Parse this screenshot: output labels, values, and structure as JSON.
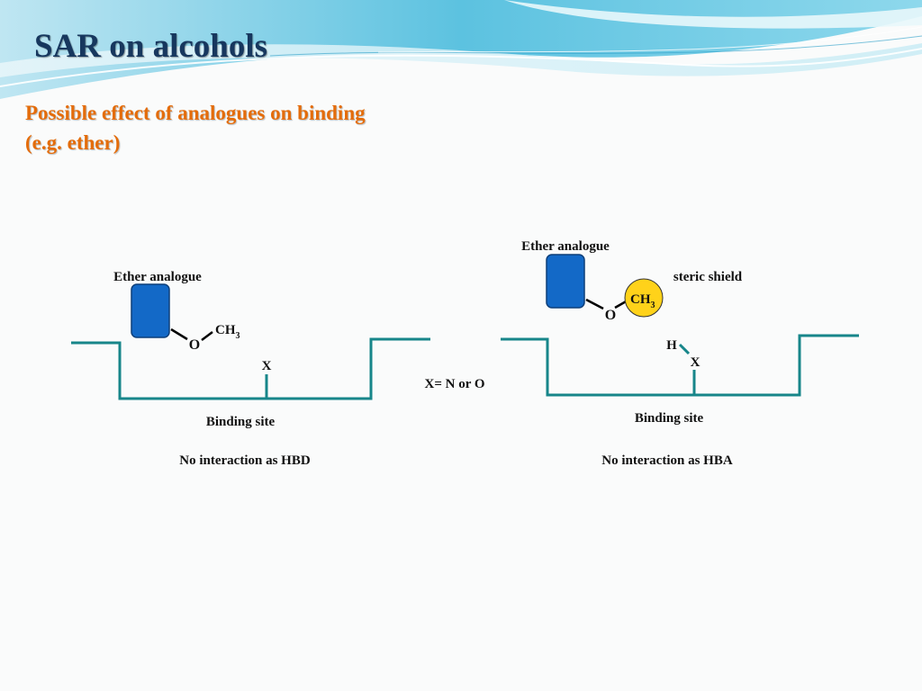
{
  "slide": {
    "title": "SAR on alcohols",
    "subtitle_line1": "Possible effect of analogues on binding",
    "subtitle_line2": "(e.g. ether)",
    "colors": {
      "title": "#17375e",
      "subtitle": "#e46c0a",
      "binding_site_line": "#17868a",
      "molecule_box": "#1369c7",
      "steric_shield": "#ffd21a"
    }
  },
  "diagram": {
    "middle_note": "X= N or O",
    "left": {
      "analogue_label": "Ether analogue",
      "oxygen": "O",
      "methyl": "CH",
      "methyl_sub": "3",
      "site_atom": "X",
      "site_label": "Binding site",
      "conclusion": "No interaction as HBD"
    },
    "right": {
      "analogue_label": "Ether analogue",
      "shield_label": "steric shield",
      "oxygen": "O",
      "methyl": "CH",
      "methyl_sub": "3",
      "hydrogen": "H",
      "site_atom": "X",
      "site_label": "Binding site",
      "conclusion": "No interaction as HBA"
    }
  }
}
